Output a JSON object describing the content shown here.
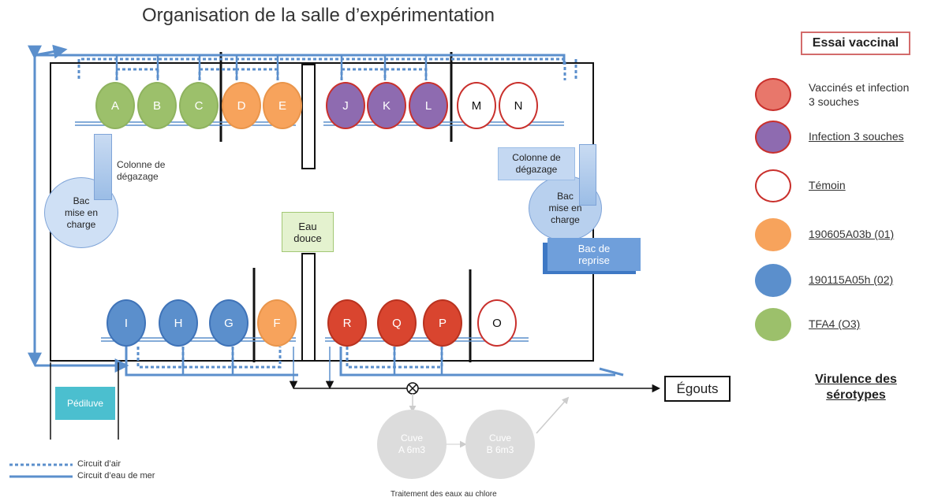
{
  "title": "Organisation de la salle d’expérimentation",
  "colors": {
    "vaccinated": "#e8776b",
    "infection": "#8e6bb0",
    "temoin_border": "#c9302c",
    "strain_01": "#f7a35c",
    "strain_02": "#5b8fcc",
    "strain_03": "#9cc06b",
    "red_tank": "#d9452f",
    "pipe": "#5b8fcc"
  },
  "tanks_top": [
    {
      "label": "A",
      "kind": "strain_03"
    },
    {
      "label": "B",
      "kind": "strain_03"
    },
    {
      "label": "C",
      "kind": "strain_03"
    },
    {
      "label": "D",
      "kind": "strain_01"
    },
    {
      "label": "E",
      "kind": "strain_01"
    },
    {
      "label": "J",
      "kind": "infection"
    },
    {
      "label": "K",
      "kind": "infection"
    },
    {
      "label": "L",
      "kind": "infection"
    },
    {
      "label": "M",
      "kind": "temoin"
    },
    {
      "label": "N",
      "kind": "temoin"
    }
  ],
  "tanks_bottom": [
    {
      "label": "I",
      "kind": "strain_02"
    },
    {
      "label": "H",
      "kind": "strain_02"
    },
    {
      "label": "G",
      "kind": "strain_02"
    },
    {
      "label": "F",
      "kind": "strain_01"
    },
    {
      "label": "R",
      "kind": "vaccinated"
    },
    {
      "label": "Q",
      "kind": "vaccinated"
    },
    {
      "label": "P",
      "kind": "vaccinated"
    },
    {
      "label": "O",
      "kind": "temoin"
    }
  ],
  "left": {
    "colonne": "Colonne de dégazage",
    "bac": "Bac mise en charge"
  },
  "right": {
    "colonne": "Colonne de dégazage",
    "bac": "Bac mise en charge",
    "reprise": "Bac de reprise"
  },
  "eau_douce": "Eau douce",
  "pediluve": "Pédiluve",
  "egouts": "Égouts",
  "cuves": [
    {
      "label": "Cuve A 6m3"
    },
    {
      "label": "Cuve B 6m3"
    }
  ],
  "traitement": "Traitement des eaux au chlore",
  "legend_lines": {
    "air": "Circuit d’air",
    "eau": "Circuit d’eau de mer"
  },
  "essai_title": "Essai vaccinal",
  "legend": [
    {
      "label": "Vaccinés et infection 3 souches",
      "kind": "vaccinated",
      "underline": false
    },
    {
      "label": "Infection 3 souches",
      "kind": "infection",
      "underline": true
    },
    {
      "label": "Témoin",
      "kind": "temoin",
      "underline": true
    },
    {
      "label": "190605A03b (01)",
      "kind": "strain_01",
      "underline": true
    },
    {
      "label": "190115A05h (02)",
      "kind": "strain_02",
      "underline": true
    },
    {
      "label": "TFA4 (O3)",
      "kind": "strain_03",
      "underline": true
    }
  ],
  "virulence": "Virulence des sérotypes"
}
